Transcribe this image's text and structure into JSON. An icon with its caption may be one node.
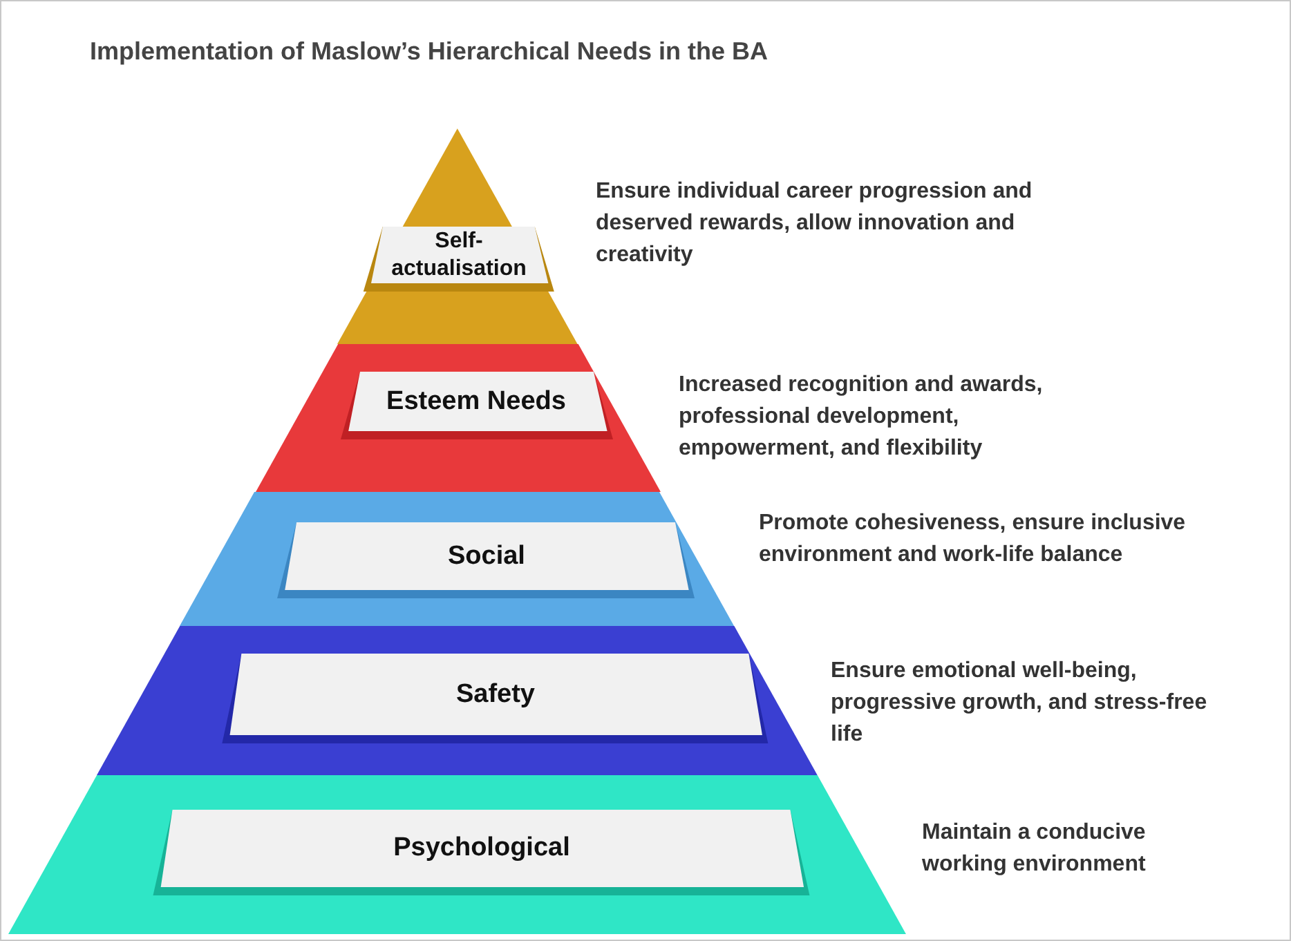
{
  "diagram": {
    "title": "Implementation of Maslow’s Hierarchical Needs in the BA",
    "nodes": [
      {
        "text": [
          "Self-actualisation"
        ],
        "beside": [
          "Ensure individual career progression and deserved rewards, allow innovation and creativity"
        ]
      },
      {
        "text": [
          "Esteem Needs"
        ],
        "beside": [
          "Increased recognition and awards, professional development, empowerment, and flexibility"
        ]
      },
      {
        "text": [
          "Social"
        ],
        "beside": [
          "Promote cohesiveness, ensure inclusive environment and work-life balance"
        ]
      },
      {
        "text": [
          "Safety"
        ],
        "beside": [
          "Ensure emotional well-being, progressive growth, and stress-free life"
        ]
      },
      {
        "text": [
          "Psychological"
        ],
        "beside": [
          "Maintain a conducive working environment"
        ]
      }
    ]
  }
}
